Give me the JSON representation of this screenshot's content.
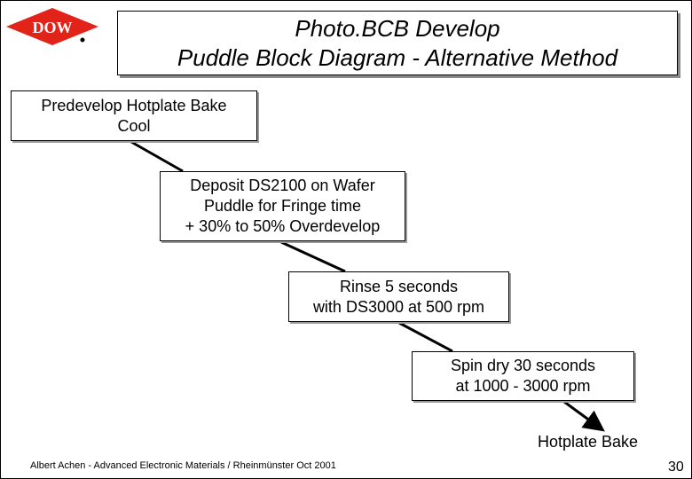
{
  "logo": {
    "text": "DOW"
  },
  "title": {
    "line1": "Photo.BCB Develop",
    "line2": "Puddle Block Diagram - Alternative Method"
  },
  "steps": [
    {
      "lines": [
        "Predevelop Hotplate Bake",
        "Cool"
      ]
    },
    {
      "lines": [
        "Deposit DS2100 on Wafer",
        "Puddle for Fringe time",
        "+ 30% to 50% Overdevelop"
      ]
    },
    {
      "lines": [
        "Rinse 5 seconds",
        "with DS3000 at 500 rpm"
      ]
    },
    {
      "lines": [
        "Spin dry 30 seconds",
        "at 1000 - 3000 rpm"
      ]
    },
    {
      "lines": [
        "Hotplate  Bake"
      ]
    }
  ],
  "footer": {
    "text": "Albert Achen - Advanced Electronic Materials / Rheinmünster Oct 2001"
  },
  "page_number": "30",
  "colors": {
    "logo_red": "#e2231a",
    "connector": "#000000",
    "shadow": "#8a8a8a"
  }
}
